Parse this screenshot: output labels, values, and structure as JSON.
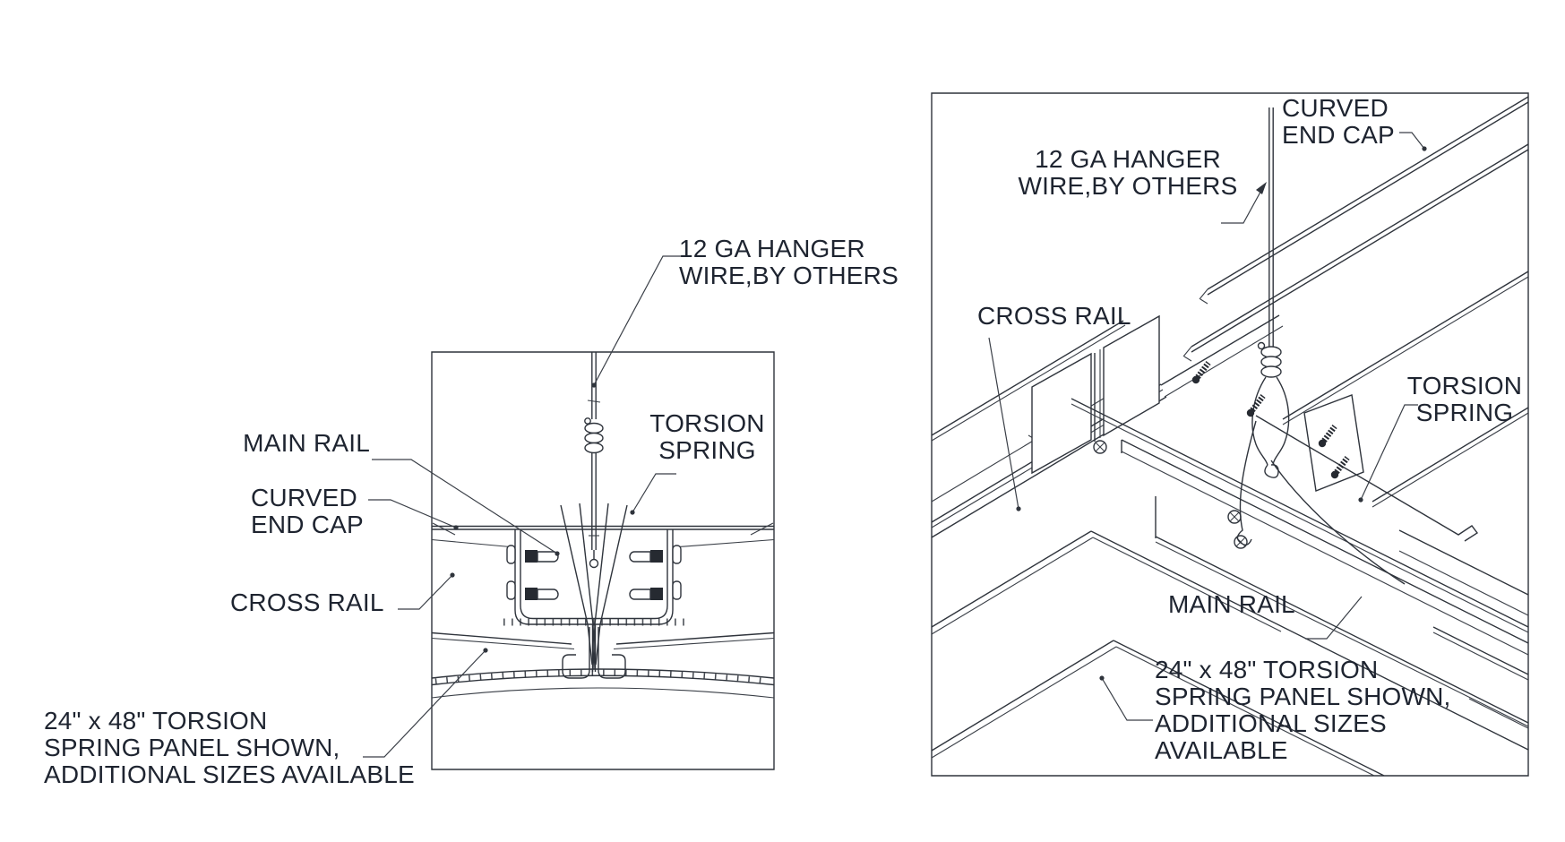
{
  "colors": {
    "background": "#ffffff",
    "line": "#2f343c",
    "text": "#1e2430"
  },
  "left_view": {
    "labels": {
      "hanger_wire": [
        "12 GA HANGER",
        "WIRE,BY OTHERS"
      ],
      "torsion_spring": [
        "TORSION",
        "SPRING"
      ],
      "main_rail": "MAIN RAIL",
      "curved_end_cap": [
        "CURVED",
        "END CAP"
      ],
      "cross_rail": "CROSS RAIL",
      "panel_note": [
        "24\" x 48\" TORSION",
        "SPRING PANEL SHOWN,",
        "ADDITIONAL SIZES AVAILABLE"
      ]
    }
  },
  "right_view": {
    "labels": {
      "hanger_wire": [
        "12 GA HANGER",
        "WIRE,BY OTHERS"
      ],
      "curved_end_cap": [
        "CURVED",
        "END CAP"
      ],
      "cross_rail": "CROSS RAIL",
      "torsion_spring": [
        "TORSION",
        "SPRING"
      ],
      "main_rail": "MAIN RAIL",
      "panel_note": [
        "24\" x 48\" TORSION",
        "SPRING PANEL SHOWN,",
        "ADDITIONAL SIZES",
        "AVAILABLE"
      ]
    }
  }
}
